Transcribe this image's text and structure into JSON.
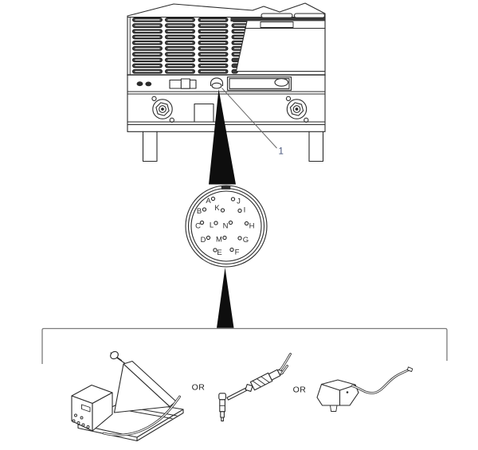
{
  "figure": {
    "callout": {
      "label": "1"
    },
    "or_separators": [
      "OR",
      "OR"
    ],
    "connector_detail": {
      "pins": [
        {
          "label": "A",
          "pin": [
            267.5,
            249.5
          ],
          "text": [
            261.5,
            252.5
          ]
        },
        {
          "label": "B",
          "pin": [
            256.5,
            263.0
          ],
          "text": [
            250.0,
            265.5
          ]
        },
        {
          "label": "C",
          "pin": [
            253.5,
            279.5
          ],
          "text": [
            248.5,
            284.0
          ]
        },
        {
          "label": "D",
          "pin": [
            261.5,
            298.5
          ],
          "text": [
            255.0,
            301.5
          ]
        },
        {
          "label": "E",
          "pin": [
            270.0,
            314.0
          ],
          "text": [
            275.5,
            317.5
          ]
        },
        {
          "label": "F",
          "pin": [
            291.0,
            313.5
          ],
          "text": [
            297.5,
            317.0
          ]
        },
        {
          "label": "G",
          "pin": [
            301.0,
            299.0
          ],
          "text": [
            308.5,
            301.5
          ]
        },
        {
          "label": "H",
          "pin": [
            309.5,
            280.5
          ],
          "text": [
            316.0,
            284.0
          ]
        },
        {
          "label": "I",
          "pin": [
            301.0,
            264.5
          ],
          "text": [
            307.0,
            264.0
          ]
        },
        {
          "label": "J",
          "pin": [
            292.5,
            250.0
          ],
          "text": [
            299.5,
            253.0
          ]
        },
        {
          "label": "K",
          "pin": [
            279.5,
            264.0
          ],
          "text": [
            272.5,
            261.5
          ]
        },
        {
          "label": "L",
          "pin": [
            271.0,
            280.0
          ],
          "text": [
            265.5,
            283.0
          ]
        },
        {
          "label": "M",
          "pin": [
            282.0,
            298.5
          ],
          "text": [
            275.0,
            301.0
          ]
        },
        {
          "label": "N",
          "pin": [
            289.5,
            279.5
          ],
          "text": [
            283.0,
            284.0
          ]
        }
      ]
    },
    "colors": {
      "line": "#2b2b2b",
      "solid_fill": "#0e0e0e",
      "bracket_line": "#7a7a7a",
      "callout_text": "#46537a",
      "background": "#ffffff"
    }
  }
}
